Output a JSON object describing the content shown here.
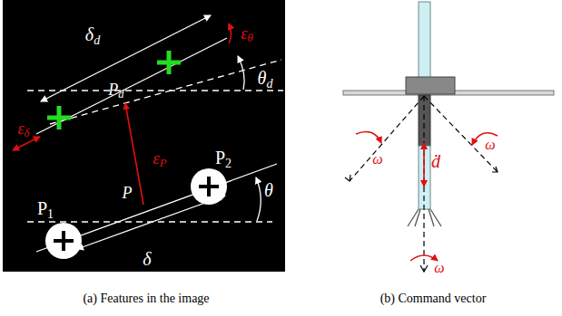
{
  "diagram": {
    "labels": [
      "δd",
      "εδ",
      "Pd",
      "εθ",
      "θd",
      "εP",
      "P",
      "P1",
      "P2",
      "θ",
      "δ",
      "ω",
      "ω",
      "ω",
      "ḋ",
      "(a) Features in the image",
      "(b) Command vector"
    ]
  }
}
